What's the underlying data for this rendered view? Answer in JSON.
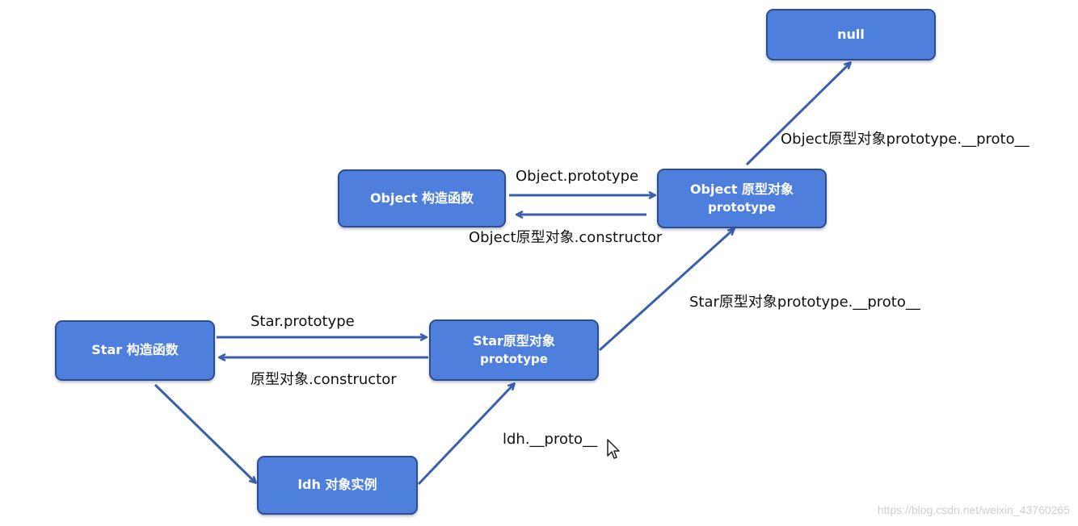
{
  "nodes": {
    "null": {
      "label": "null"
    },
    "object_ctor": {
      "label": "Object 构造函数"
    },
    "object_proto": {
      "label": "Object 原型对象",
      "sub": "prototype"
    },
    "star_ctor": {
      "label": "Star 构造函数"
    },
    "star_proto": {
      "label": "Star原型对象",
      "sub": "prototype"
    },
    "ldh": {
      "label": "ldh 对象实例"
    }
  },
  "edges": {
    "object_proto_proto": "Object原型对象prototype.__proto__",
    "object_prototype": "Object.prototype",
    "object_constructor": "Object原型对象.constructor",
    "star_proto_proto": "Star原型对象prototype.__proto__",
    "star_prototype": "Star.prototype",
    "star_constructor": "原型对象.constructor",
    "ldh_proto": "ldh.__proto__"
  },
  "watermark": "https://blog.csdn.net/weixin_43760265",
  "colors": {
    "node_fill": "#4f7fdc",
    "node_border": "#2d4d8f",
    "arrow": "#3a5fae"
  }
}
